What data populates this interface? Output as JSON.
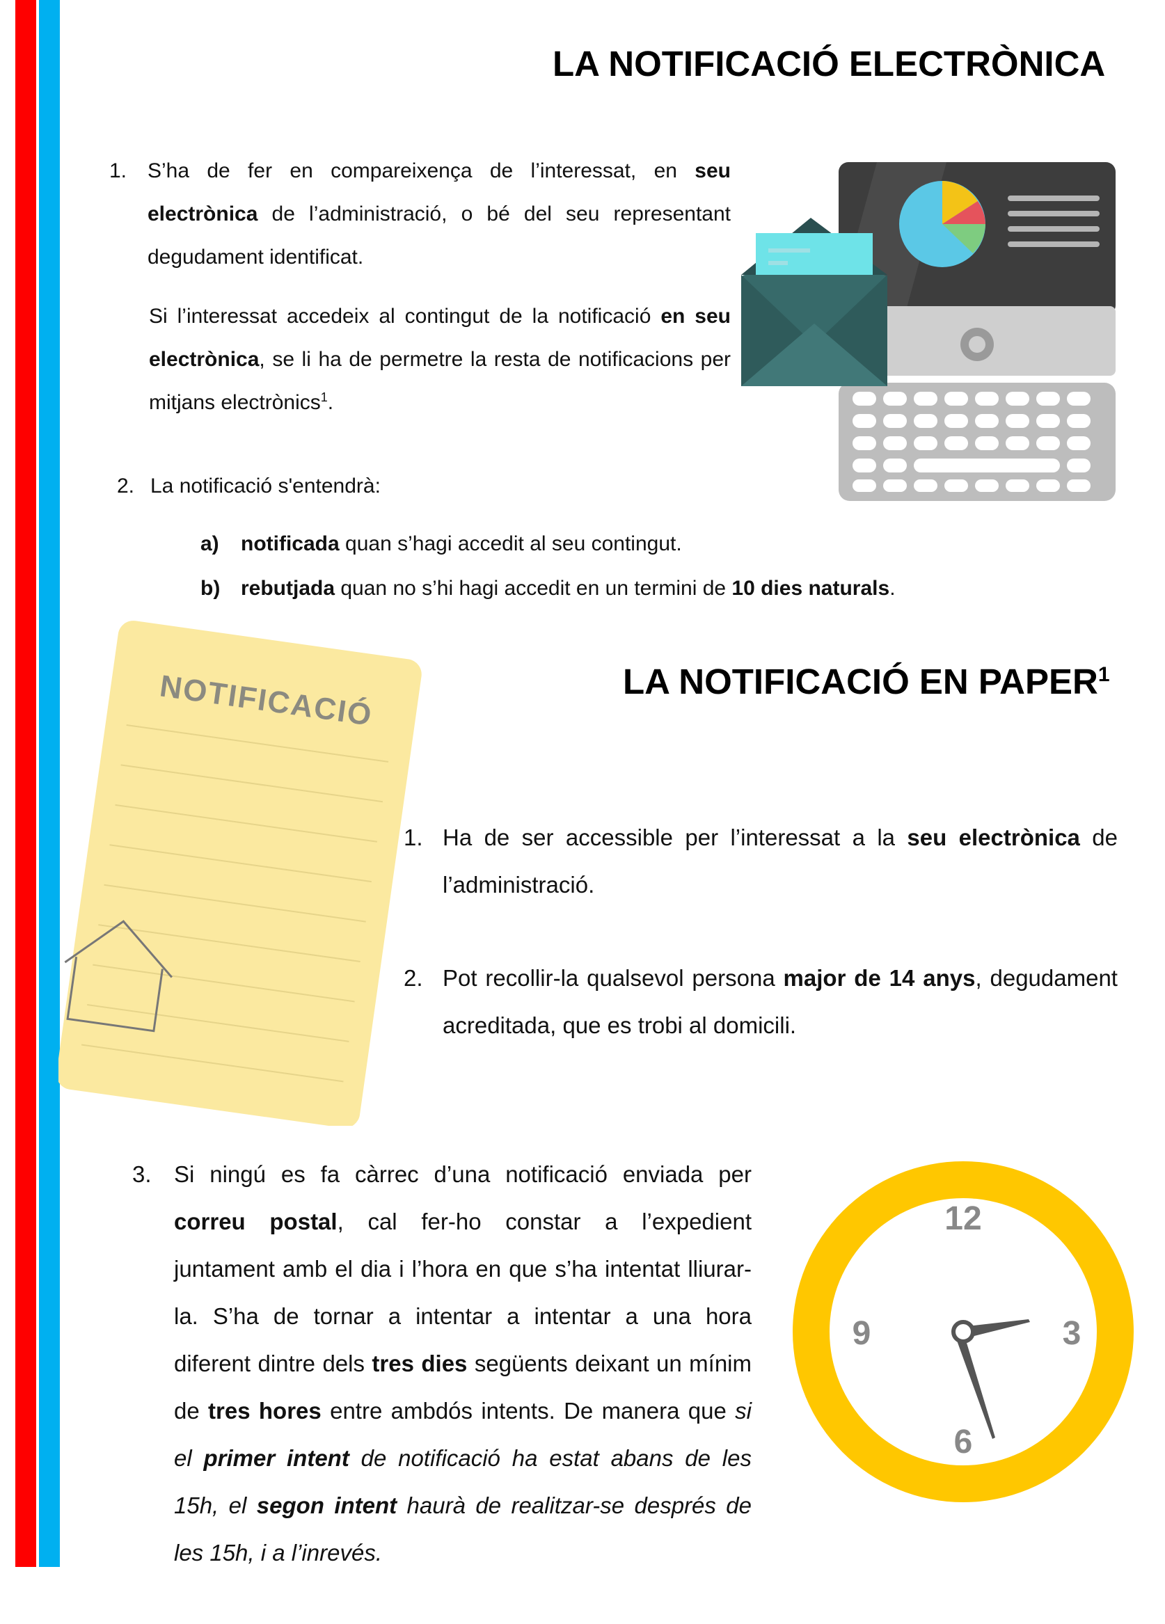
{
  "electronic": {
    "title": "LA NOTIFICACIÓ ELECTRÒNICA",
    "item1": {
      "number": "1.",
      "p1": [
        "S’ha de fer en compareixença de l’interessat, en ",
        {
          "b": "seu electrònica"
        },
        " de l’administració, o bé del seu representant degudament identificat."
      ],
      "p2": [
        "Si l’interessat accedeix al contingut de la notificació ",
        {
          "b": "en seu electrònica"
        },
        ", se li ha de permetre la resta de notificacions per mitjans electrònics",
        {
          "sup": "1"
        },
        "."
      ]
    },
    "item2": {
      "number": "2.",
      "text": "La notificació s'entendrà:",
      "subitems": [
        {
          "label": "a)",
          "parts": [
            {
              "b": "notificada"
            },
            " quan s’hagi accedit al seu contingut."
          ]
        },
        {
          "label": "b)",
          "parts": [
            {
              "b": "rebutjada"
            },
            " quan no s’hi hagi accedit en un termini de ",
            {
              "b": "10 dies naturals"
            },
            "."
          ]
        }
      ]
    }
  },
  "paper": {
    "title": "LA NOTIFICACIÓ EN PAPER",
    "title_sup": "1",
    "note_heading": "NOTIFICACIÓ",
    "item1": {
      "number": "1.",
      "parts": [
        "Ha de ser accessible per l’interessat a la ",
        {
          "b": "seu electrònica"
        },
        " de l’administració."
      ]
    },
    "item2": {
      "number": "2.",
      "parts": [
        "Pot recollir-la qualsevol persona ",
        {
          "b": "major de 14 anys"
        },
        ", degudament acreditada, que es trobi al domicili."
      ]
    },
    "item3": {
      "number": "3.",
      "parts": [
        "Si ningú es fa càrrec d’una notificació enviada per ",
        {
          "b": "correu postal"
        },
        ", cal fer-ho constar a l’expedient juntament amb el dia i l’hora en que s’ha intentat lliurar-la. S’ha de tornar a intentar a intentar a una hora diferent dintre dels ",
        {
          "b": "tres dies"
        },
        " següents deixant un mínim de ",
        {
          "b": "tres hores"
        },
        " entre ambdós intents. De manera que ",
        {
          "i": "si el "
        },
        {
          "bi": "primer intent"
        },
        {
          "i": " de notificació ha estat abans de les 15h, el "
        },
        {
          "bi": "segon intent"
        },
        {
          "i": " haurà de realitzar-se després de les 15h, i a l’inrevés."
        }
      ]
    }
  },
  "clock": {
    "n12": "12",
    "n3": "3",
    "n6": "6",
    "n9": "9"
  },
  "colors": {
    "red_bar": "#fe0000",
    "blue_bar": "#00b0f0",
    "clock_ring": "#ffc700",
    "note_paper": "#fbe9a0",
    "envelope": "#376a6a",
    "letter": "#6ee3e8"
  }
}
